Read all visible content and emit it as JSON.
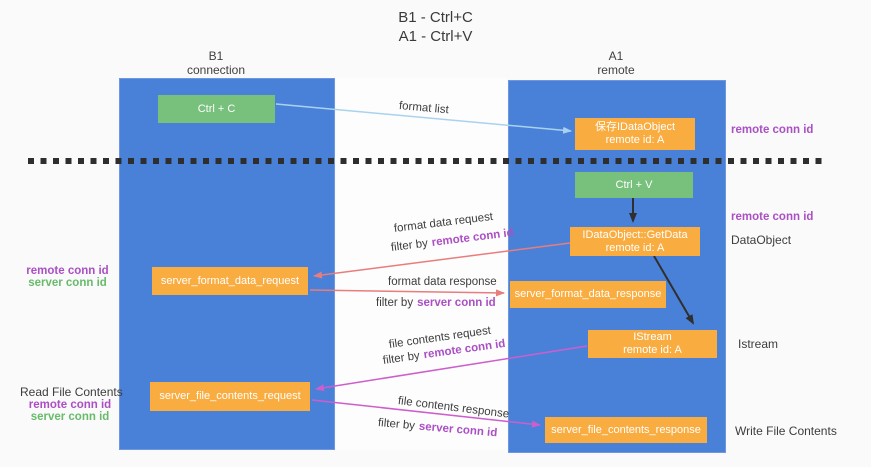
{
  "title": {
    "line1": "B1 - Ctrl+C",
    "line2": "A1 - Ctrl+V"
  },
  "lifelines": {
    "left": {
      "name": "B1",
      "role": "connection"
    },
    "right": {
      "name": "A1",
      "role": "remote"
    }
  },
  "boxes": {
    "ctrl_c": "Ctrl + C",
    "ctrl_v": "Ctrl + V",
    "save_dataobject_line1": "保存IDataObject",
    "save_dataobject_line2": "remote id: A",
    "getdata_line1": "IDataObject::GetData",
    "getdata_line2": "remote id: A",
    "istream_line1": "IStream",
    "istream_line2": "remote id: A",
    "format_request": "server_format_data_request",
    "format_response": "server_format_data_response",
    "file_request": "server_file_contents_request",
    "file_response": "server_file_contents_response"
  },
  "side_labels": {
    "remote_conn_id": "remote conn id",
    "server_conn_id": "server conn id",
    "dataobject": "DataObject",
    "istream": "Istream",
    "read_file_contents": "Read File Contents",
    "write_file_contents": "Write File Contents"
  },
  "arrow_labels": {
    "format_list": "format list",
    "format_data_request": "format data request",
    "format_data_response": "format data response",
    "file_contents_request": "file contents request",
    "file_contents_response": "file contents response",
    "filter_by": "filter by",
    "remote_conn_id": "remote conn id",
    "server_conn_id": "server conn id"
  },
  "colors": {
    "lifeline_blue": "#4a81d8",
    "box_green": "#77c17c",
    "box_orange": "#f9ac40",
    "purple_text": "#ab4fc5",
    "green_text": "#67bb6b",
    "red_arrow": "#e97c7c",
    "magenta_arrow": "#cd5ecd",
    "light_blue_arrow": "#a9d2f0",
    "black_arrow": "#2f2f2f",
    "background": "#fafafa"
  }
}
